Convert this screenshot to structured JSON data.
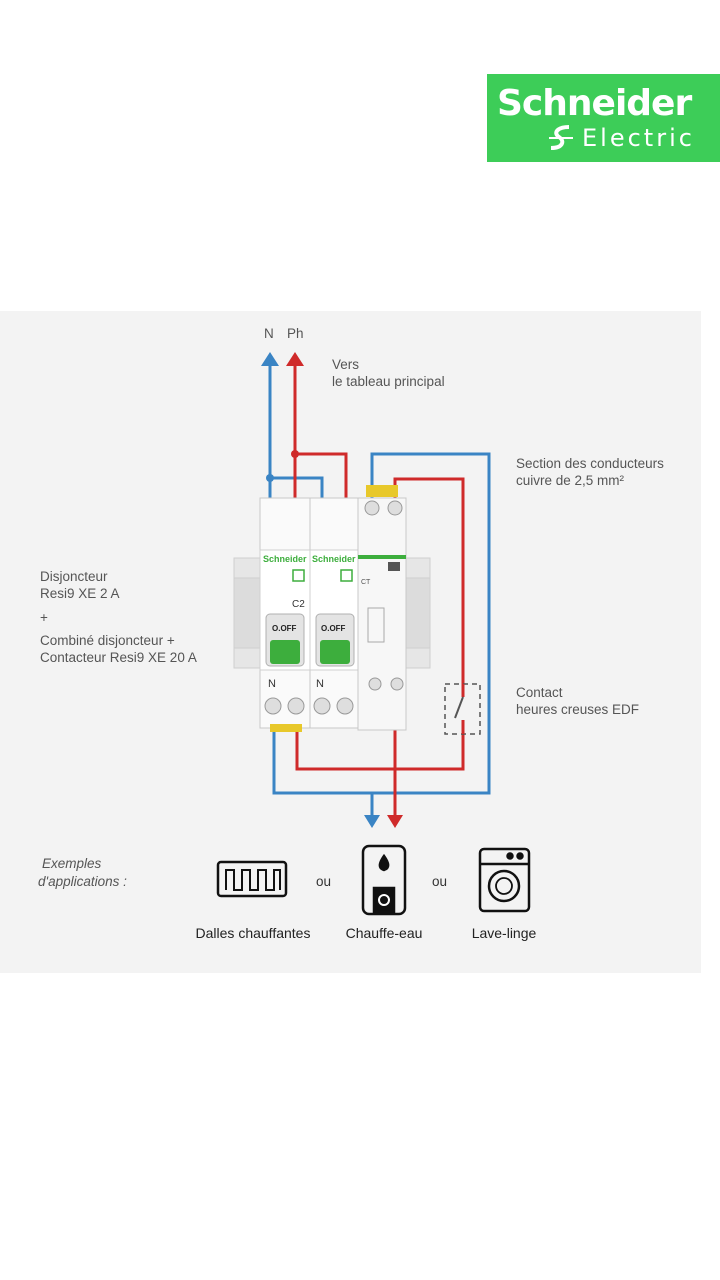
{
  "logo": {
    "brand": "Schneider",
    "sub": "Electric"
  },
  "colors": {
    "logo_green": "#3dcd58",
    "neutral_wire": "#3a84c4",
    "phase_wire": "#cf2a2a",
    "panel_bg": "#f3f3f3"
  },
  "supply": {
    "neutral": "N",
    "phase": "Ph",
    "caption_1": "Vers",
    "caption_2": "le tableau principal"
  },
  "section_note": {
    "line_1": "Section des conducteurs",
    "line_2": "cuivre de 2,5 mm²"
  },
  "devices_note": {
    "line_1": "Disjoncteur",
    "line_2": "Resi9 XE 2 A",
    "line_3": "+",
    "line_4": "Combiné disjoncteur +",
    "line_5": "Contacteur Resi9 XE 20 A"
  },
  "contact_note": {
    "line_1": "Contact",
    "line_2": "heures creuses EDF"
  },
  "modules": {
    "breaker_1": {
      "brand": "Schneider",
      "rating": "C2",
      "toggle": "O.OFF",
      "terminal": "N"
    },
    "breaker_2": {
      "brand": "Schneider",
      "toggle": "O.OFF",
      "terminal": "N"
    },
    "contactor": {
      "label": "CT"
    }
  },
  "applications": {
    "intro_1": "Exemples",
    "intro_2": "d'applications :",
    "items": [
      {
        "label": "Dalles chauffantes",
        "icon": "heating-panel-icon"
      },
      {
        "label": "Chauffe-eau",
        "icon": "water-heater-icon"
      },
      {
        "label": "Lave-linge",
        "icon": "washing-machine-icon"
      }
    ],
    "or_1": "ou",
    "or_2": "ou"
  }
}
